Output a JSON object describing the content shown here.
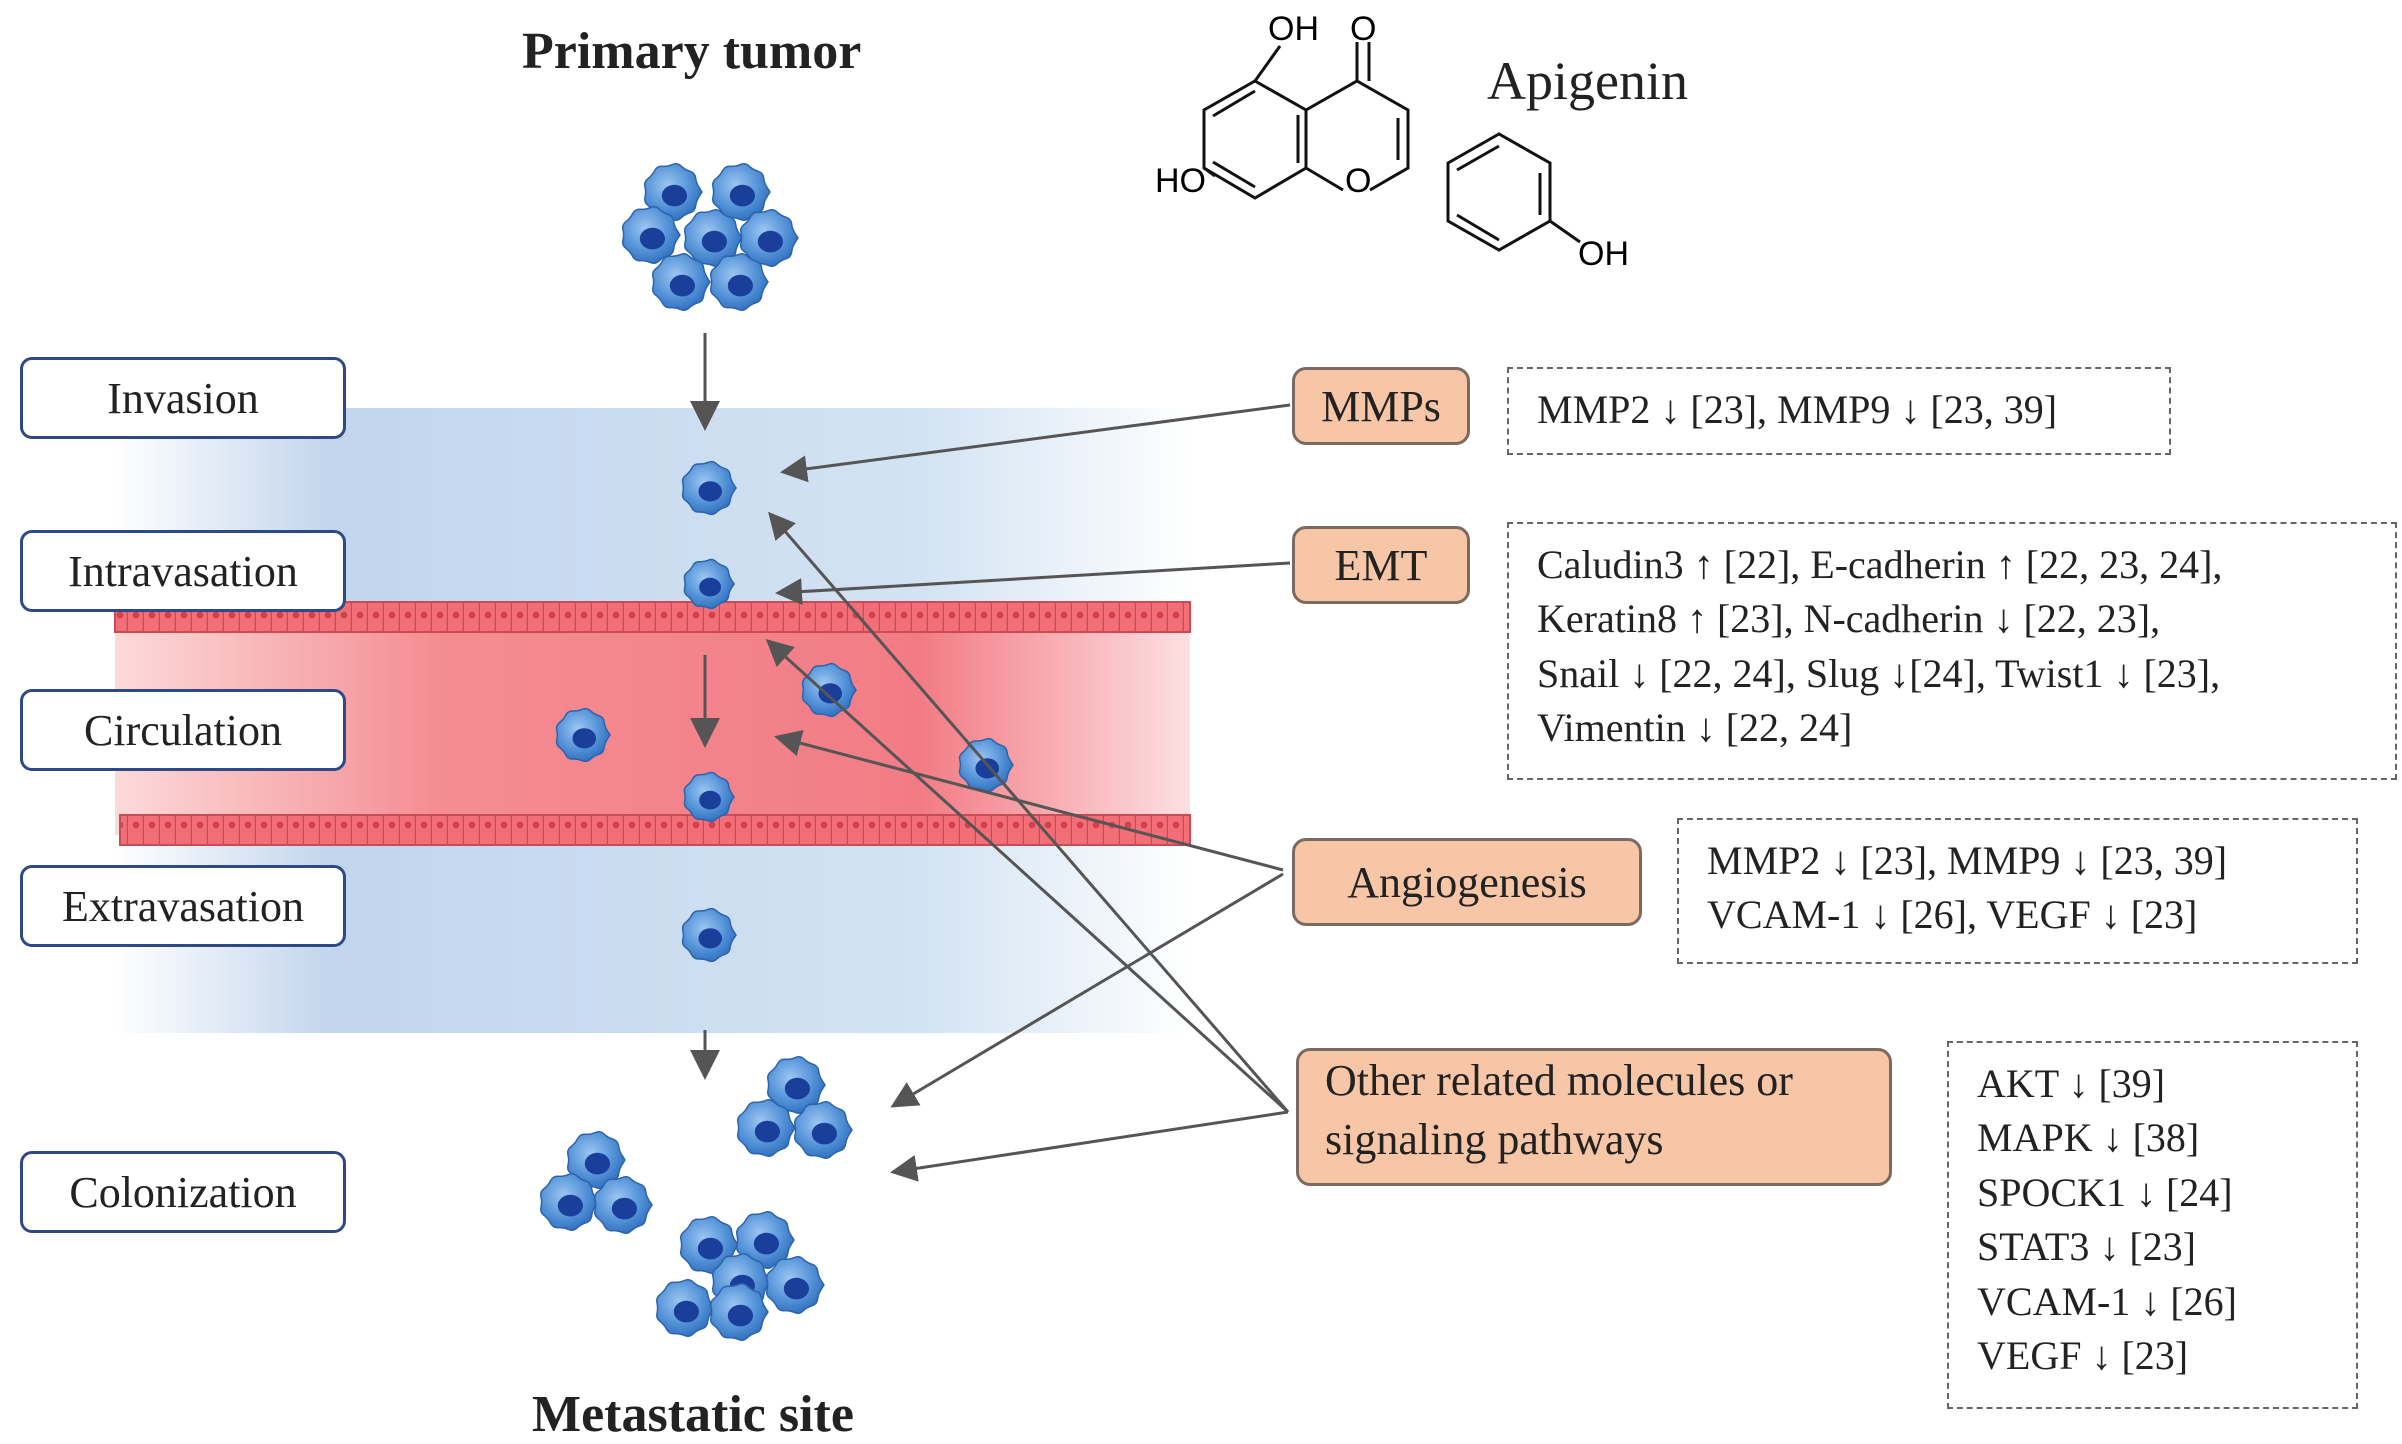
{
  "titles": {
    "primary": "Primary tumor",
    "metastatic": "Metastatic site",
    "compound": "Apigenin"
  },
  "stages": [
    "Invasion",
    "Intravasation",
    "Circulation",
    "Extravasation",
    "Colonization"
  ],
  "chemical_labels": {
    "oh_top": "OH",
    "o_top": "O",
    "ho_left": "HO",
    "o_ring": "O",
    "oh_right": "OH"
  },
  "categories": [
    {
      "label": "MMPs",
      "lines": [
        "MMP2 ↓ [23], MMP9 ↓ [23, 39]"
      ]
    },
    {
      "label": "EMT",
      "lines": [
        "Caludin3 ↑ [22], E-cadherin ↑ [22, 23, 24],",
        "Keratin8 ↑ [23], N-cadherin ↓ [22, 23],",
        "Snail ↓ [22, 24], Slug ↓[24], Twist1 ↓ [23],",
        "Vimentin ↓ [22, 24]"
      ]
    },
    {
      "label": "Angiogenesis",
      "lines": [
        "MMP2 ↓ [23], MMP9 ↓ [23, 39]",
        "VCAM-1 ↓ [26], VEGF ↓ [23]"
      ]
    },
    {
      "label_lines": [
        "Other related molecules or",
        "signaling pathways"
      ],
      "lines": [
        "AKT ↓ [39]",
        "MAPK ↓ [38]",
        "SPOCK1 ↓ [24]",
        "STAT3 ↓ [23]",
        "VCAM-1 ↓ [26]",
        "VEGF ↓ [23]"
      ]
    }
  ],
  "colors": {
    "stage_border": "#2d4a86",
    "category_fill": "#f7c6a6",
    "vessel": "#f07f86",
    "tissue": "#c5d8ee",
    "cell": "#4f8fd6",
    "nucleus": "#1a3f9a"
  }
}
